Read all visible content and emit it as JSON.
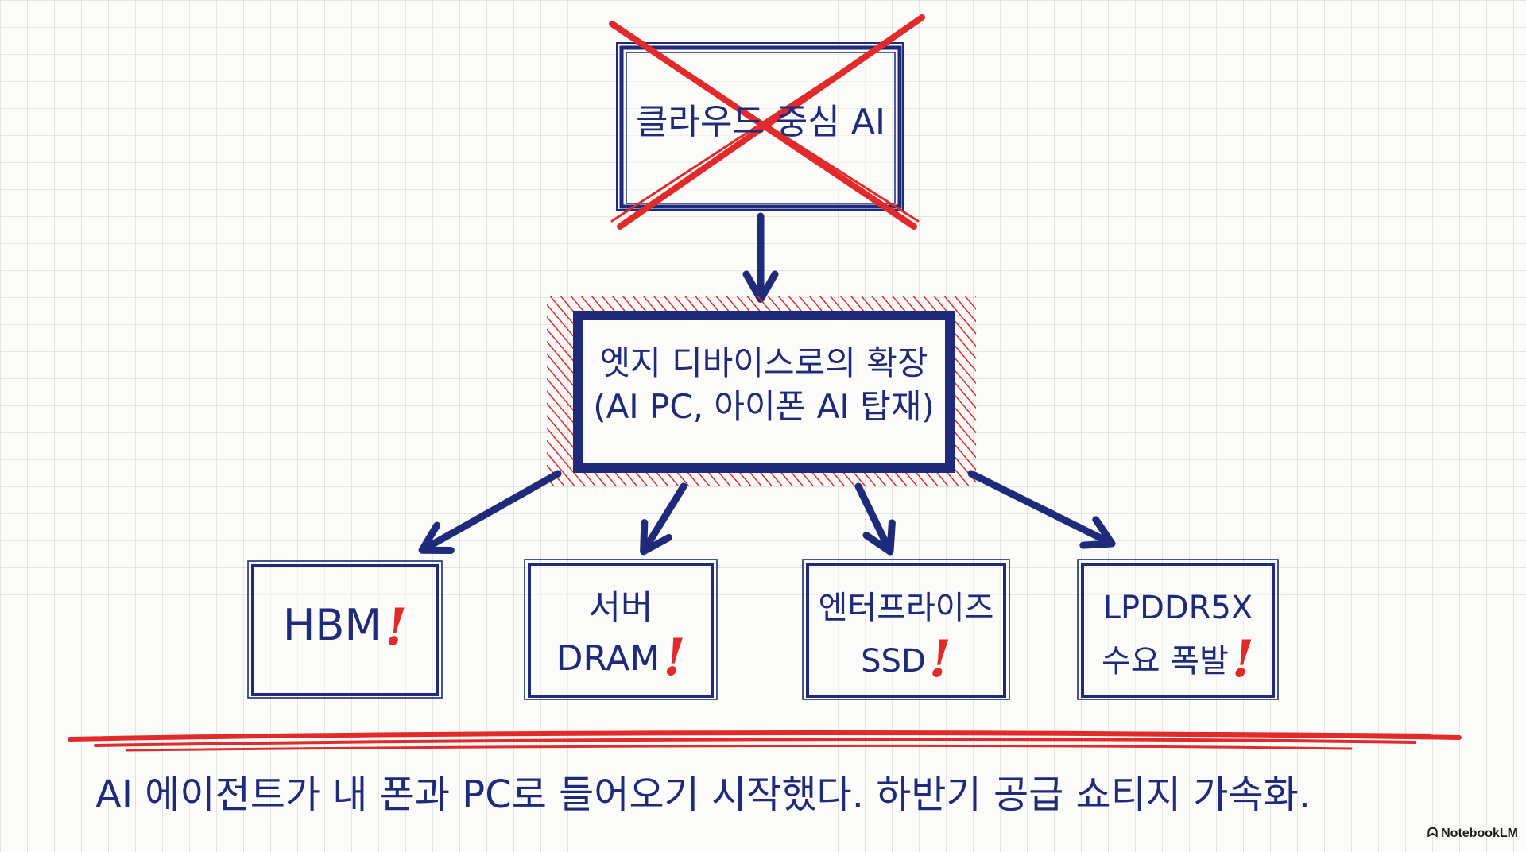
{
  "top_box": {
    "text": "클라우드 중심 AI"
  },
  "middle_box": {
    "line1": "엣지 디바이스로의 확장",
    "line2": "(AI PC, 아이폰 AI 탑재)"
  },
  "bottom_boxes": [
    {
      "line1": "HBM",
      "line2": "",
      "emphasis": "!"
    },
    {
      "line1": "서버",
      "line2": "DRAM",
      "emphasis": "!"
    },
    {
      "line1": "엔터프라이즈",
      "line2": "SSD",
      "emphasis": "!"
    },
    {
      "line1": "LPDDR5X",
      "line2": "수요 폭발",
      "emphasis": "!"
    }
  ],
  "footer": {
    "text": "AI 에이전트가 내 폰과 PC로 들어오기 시작했다. 하반기 공급 쇼티지 가속화."
  },
  "brand": {
    "name": "NotebookLM",
    "icon": "notebooklm-logo-icon"
  },
  "colors": {
    "ink": "#1f2a7a",
    "accent_red": "#e32a2a"
  }
}
